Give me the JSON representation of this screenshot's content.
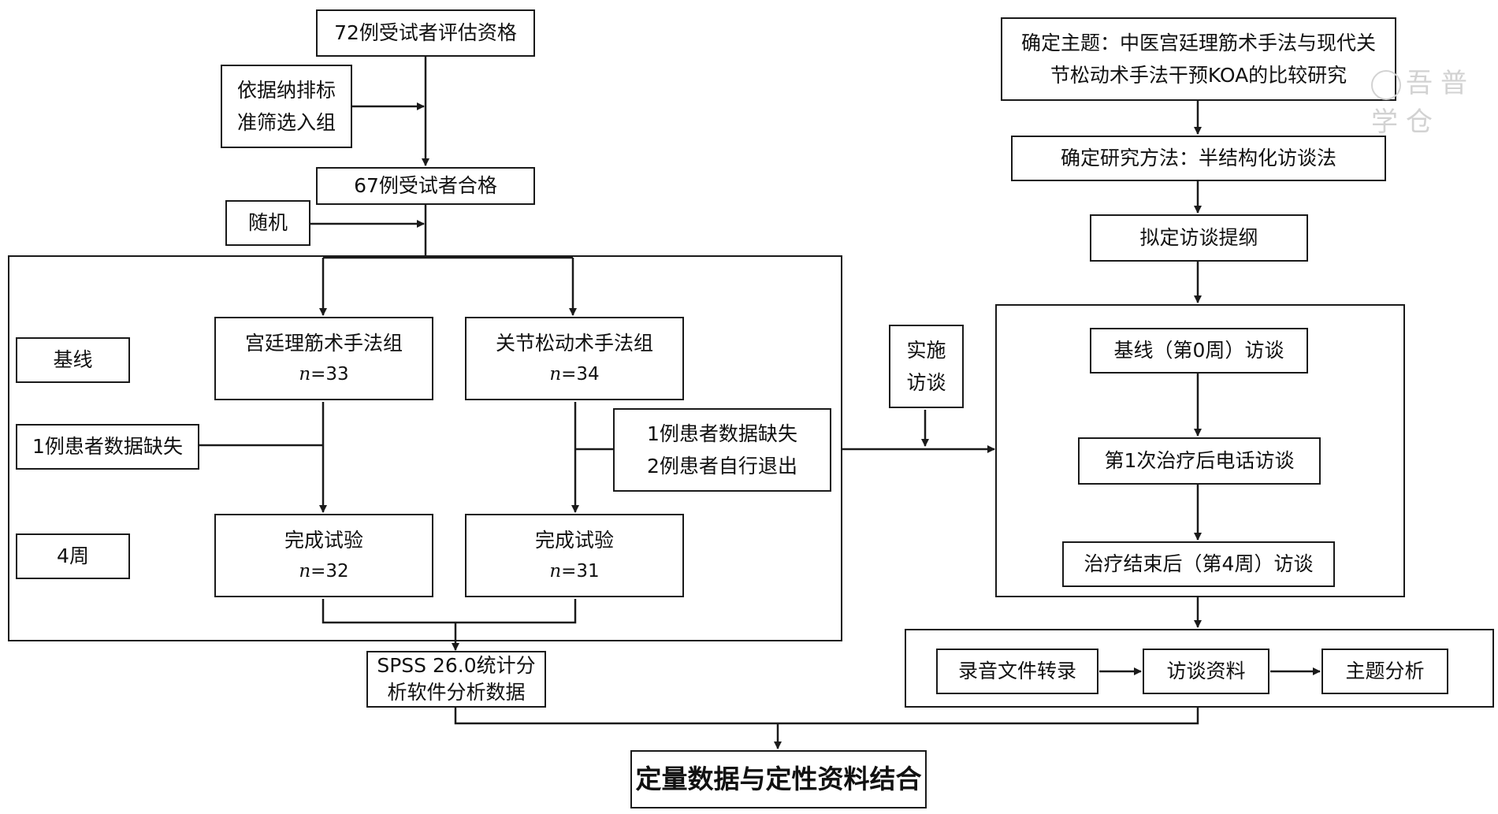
{
  "left_flow": {
    "assess": "72例受试者评估资格",
    "criteria_line1": "依据纳排标",
    "criteria_line2": "准筛选入组",
    "eligible": "67例受试者合格",
    "random": "随机",
    "baseline_label": "基线",
    "week4_label": "4周",
    "group_a": {
      "title": "宫廷理筋术手法组",
      "n_var": "n",
      "n_value": "=33"
    },
    "group_b": {
      "title": "关节松动术手法组",
      "n_var": "n",
      "n_value": "=34"
    },
    "missing_a": "1例患者数据缺失",
    "missing_b_line1": "1例患者数据缺失",
    "missing_b_line2": "2例患者自行退出",
    "complete_a": {
      "title": "完成试验",
      "n_var": "n",
      "n_value": "=32"
    },
    "complete_b": {
      "title": "完成试验",
      "n_var": "n",
      "n_value": "=31"
    },
    "spss_line1": "SPSS 26.0统计分",
    "spss_line2": "析软件分析数据"
  },
  "right_flow": {
    "topic_line1": "确定主题：中医宫廷理筋术手法与现代关",
    "topic_line2": "节松动术手法干预KOA的比较研究",
    "method": "确定研究方法：半结构化访谈法",
    "outline": "拟定访谈提纲",
    "implement_line1": "实施",
    "implement_line2": "访谈",
    "interview_baseline": "基线（第0周）访谈",
    "interview_phone": "第1次治疗后电话访谈",
    "interview_end": "治疗结束后（第4周）访谈",
    "transcribe": "录音文件转录",
    "materials": "访谈资料",
    "theme_analysis": "主题分析"
  },
  "final": "定量数据与定性资料结合",
  "watermark": "吾普学仓"
}
